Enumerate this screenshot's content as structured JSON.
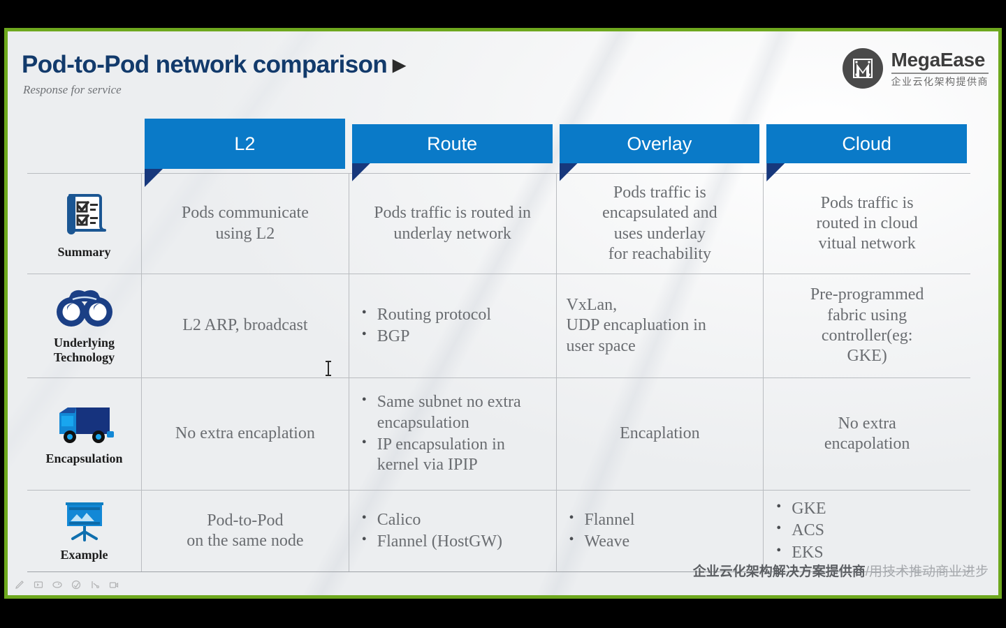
{
  "slide": {
    "title": "Pod-to-Pod network comparison",
    "title_arrow": "▶",
    "subtitle": "Response for service"
  },
  "logo": {
    "name": "MegaEase",
    "tagline": "企业云化架构提供商",
    "mark_letter": "M"
  },
  "table": {
    "columns": [
      "L2",
      "Route",
      "Overlay",
      "Cloud"
    ],
    "rows": [
      {
        "label": "Summary",
        "icon": "checklist-icon",
        "cells": [
          {
            "type": "text",
            "text": "Pods communicate\nusing L2"
          },
          {
            "type": "text",
            "text": "Pods traffic is routed in\nunderlay network"
          },
          {
            "type": "text",
            "text": "Pods traffic is\nencapsulated and\nuses underlay\nfor reachability"
          },
          {
            "type": "text",
            "text": "Pods traffic is\nrouted in cloud\nvitual network"
          }
        ]
      },
      {
        "label": "Underlying\nTechnology",
        "icon": "binoculars-icon",
        "cells": [
          {
            "type": "text",
            "text": "L2 ARP, broadcast"
          },
          {
            "type": "list",
            "items": [
              "Routing protocol",
              "BGP"
            ]
          },
          {
            "type": "text",
            "align": "left",
            "text": "VxLan,\nUDP encapluation in\nuser space"
          },
          {
            "type": "text",
            "text": "Pre-programmed\nfabric using\ncontroller(eg:\nGKE)"
          }
        ]
      },
      {
        "label": "Encapsulation",
        "icon": "truck-icon",
        "cells": [
          {
            "type": "text",
            "text": "No extra encaplation"
          },
          {
            "type": "list",
            "items": [
              "Same subnet no extra encapsulation",
              "IP encapsulation in kernel via IPIP"
            ]
          },
          {
            "type": "text",
            "text": "Encaplation"
          },
          {
            "type": "text",
            "text": "No extra\nencapolation"
          }
        ]
      },
      {
        "label": "Example",
        "icon": "presentation-board-icon",
        "cells": [
          {
            "type": "text",
            "text": "Pod-to-Pod\non the same node"
          },
          {
            "type": "list",
            "items": [
              "Calico",
              "Flannel (HostGW)"
            ]
          },
          {
            "type": "list",
            "items": [
              "Flannel",
              "Weave"
            ]
          },
          {
            "type": "list",
            "items": [
              "GKE",
              "ACS",
              "EKS"
            ]
          }
        ]
      }
    ]
  },
  "footer": {
    "strong": "企业云化架构解决方案提供商",
    "light": "/用技术推动商业进步"
  },
  "annotation_toolbar": {
    "tools": [
      "pen-icon",
      "select-icon",
      "highlighter-icon",
      "eraser-icon",
      "laser-pointer-icon",
      "camera-icon"
    ]
  },
  "colors": {
    "banner_blue": "#0a7ac8",
    "banner_fold_navy": "#17387c",
    "title_navy": "#123a6b",
    "share_border_green": "#6ea81e",
    "body_text_gray": "#6a6d71"
  }
}
